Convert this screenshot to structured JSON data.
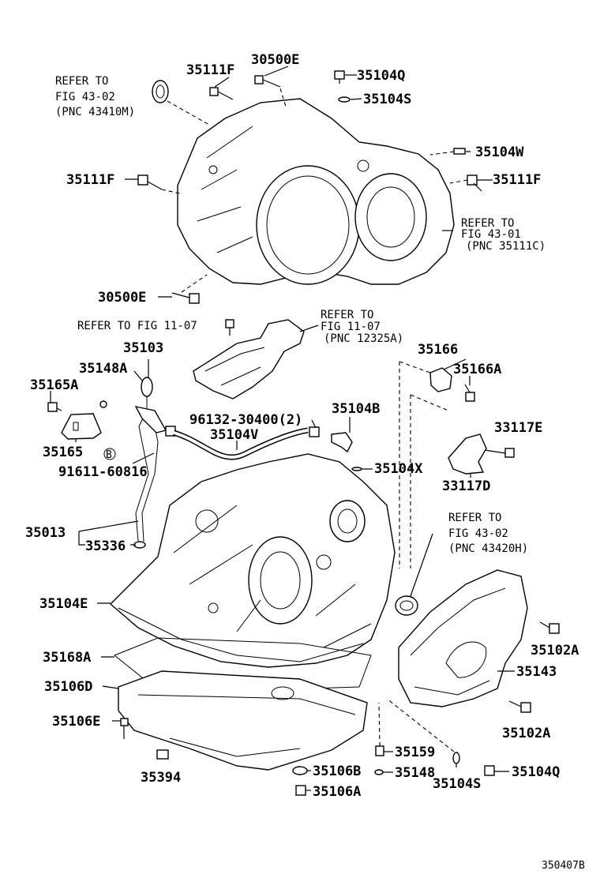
{
  "labels": {
    "p30500E_top": "30500E",
    "p35111F_top": "35111F",
    "p35104Q_top": "35104Q",
    "p35104S_top": "35104S",
    "p35104W": "35104W",
    "p35111F_left": "35111F",
    "p35111F_right": "35111F",
    "p30500E_bot": "30500E",
    "p35103": "35103",
    "p35148A": "35148A",
    "p35165A": "35165A",
    "p35165": "35165",
    "p91611": "91611-60816",
    "p96132": "96132-30400(2)",
    "p35104V": "35104V",
    "p35104B": "35104B",
    "p35104X": "35104X",
    "p35166": "35166",
    "p35166A": "35166A",
    "p33117E": "33117E",
    "p33117D": "33117D",
    "p35013": "35013",
    "p35336": "35336",
    "p35104E": "35104E",
    "p35168A": "35168A",
    "p35106D": "35106D",
    "p35106E": "35106E",
    "p35394": "35394",
    "p35159": "35159",
    "p35106B": "35106B",
    "p35148": "35148",
    "p35106A": "35106A",
    "p35104S_bot": "35104S",
    "p35104Q_bot": "35104Q",
    "p35102A_top": "35102A",
    "p35143": "35143",
    "p35102A_bot": "35102A",
    "bolt_b": "B"
  },
  "references": {
    "ref1": {
      "line1": "REFER TO",
      "line2": "FIG 43-02",
      "line3": "(PNC 43410M)"
    },
    "ref2": {
      "line1": "REFER TO",
      "line2": "FIG 43-01",
      "line3": "(PNC 35111C)"
    },
    "ref3": {
      "line1": "REFER TO FIG 11-07"
    },
    "ref4": {
      "line1": "REFER TO",
      "line2": "FIG 11-07",
      "line3": "(PNC 12325A)"
    },
    "ref5": {
      "line1": "REFER TO",
      "line2": "FIG 43-02",
      "line3": "(PNC 43420H)"
    }
  },
  "figure_id": "350407B"
}
